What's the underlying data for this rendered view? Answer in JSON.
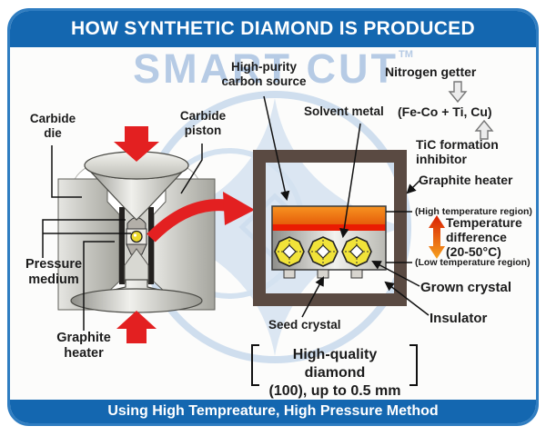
{
  "header": {
    "title": "HOW SYNTHETIC DIAMOND IS PRODUCED"
  },
  "watermark": {
    "text": "SMART CUT",
    "tm": "TM"
  },
  "apparatus_labels": {
    "carbide_die": "Carbide\ndie",
    "carbide_piston": "Carbide\npiston",
    "pressure_medium": "Pressure\nmedium",
    "graphite_heater": "Graphite\nheater"
  },
  "cell_labels": {
    "high_purity_carbon_source": "High-purity\ncarbon source",
    "solvent_metal": "Solvent metal",
    "seed_crystal": "Seed crystal",
    "graphite_heater": "Graphite heater",
    "high_temperature_region": "(High temperature region)",
    "temperature_difference": "Temperature\ndifference\n(20-50°C)",
    "low_temperature_region": "(Low temperature region)",
    "grown_crystal": "Grown crystal",
    "insulator": "Insulator"
  },
  "chemistry": {
    "nitrogen_getter": "Nitrogen getter",
    "getter_formula": "(Fe-Co + Ti, Cu)",
    "tic_inhibitor": "TiC formation\ninhibitor"
  },
  "result": {
    "text": "High-quality diamond\n(100), up to 0.5 mm"
  },
  "footer": {
    "caption": "Using High Tempreature, High Pressure Method"
  },
  "colors": {
    "bar_blue": "#1467b0",
    "border_blue": "#2f7dc1",
    "watermark_blue": "#b6cbe5",
    "arrow_red": "#e32021",
    "frame_brown": "#5a4a42",
    "carbon_orange": "#f79421",
    "hot_red": "#ea1c02",
    "crystal_yellow": "#f1e339",
    "metal_silver": "#c9c9c4"
  }
}
